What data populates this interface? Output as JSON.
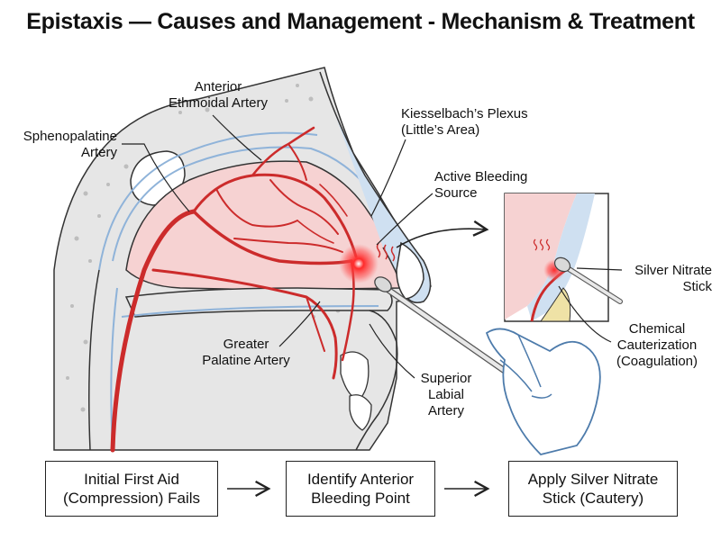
{
  "title": "Epistaxis — Causes and Management - Mechanism & Treatment",
  "labels": {
    "anterior_ethmoidal": [
      "Anterior",
      "Ethmoidal Artery"
    ],
    "sphenopalatine": [
      "Sphenopalatine",
      "Artery"
    ],
    "kiesselbach": [
      "Kiesselbach’s Plexus",
      "(Little’s Area)"
    ],
    "active_bleeding": [
      "Active Bleeding",
      "Source"
    ],
    "silver_nitrate": [
      "Silver Nitrate",
      "Stick"
    ],
    "chemical_cauterization": [
      "Chemical",
      "Cauterization",
      "(Coagulation)"
    ],
    "greater_palatine": [
      "Greater",
      "Palatine Artery"
    ],
    "superior_labial": [
      "Superior",
      "Labial",
      "Artery"
    ]
  },
  "steps": [
    {
      "line1": "Initial First Aid",
      "line2": "(Compression) Fails"
    },
    {
      "line1": "Identify Anterior",
      "line2": "Bleeding Point"
    },
    {
      "line1": "Apply Silver Nitrate",
      "line2": "Stick (Cautery)"
    }
  ],
  "colors": {
    "artery": "#cc2b2b",
    "bleeding": "#ff1e1e",
    "mucosa": "#f6d2d2",
    "bone": "#e6e6e6",
    "membrane": "#bcd3ea",
    "outline": "#333333"
  }
}
